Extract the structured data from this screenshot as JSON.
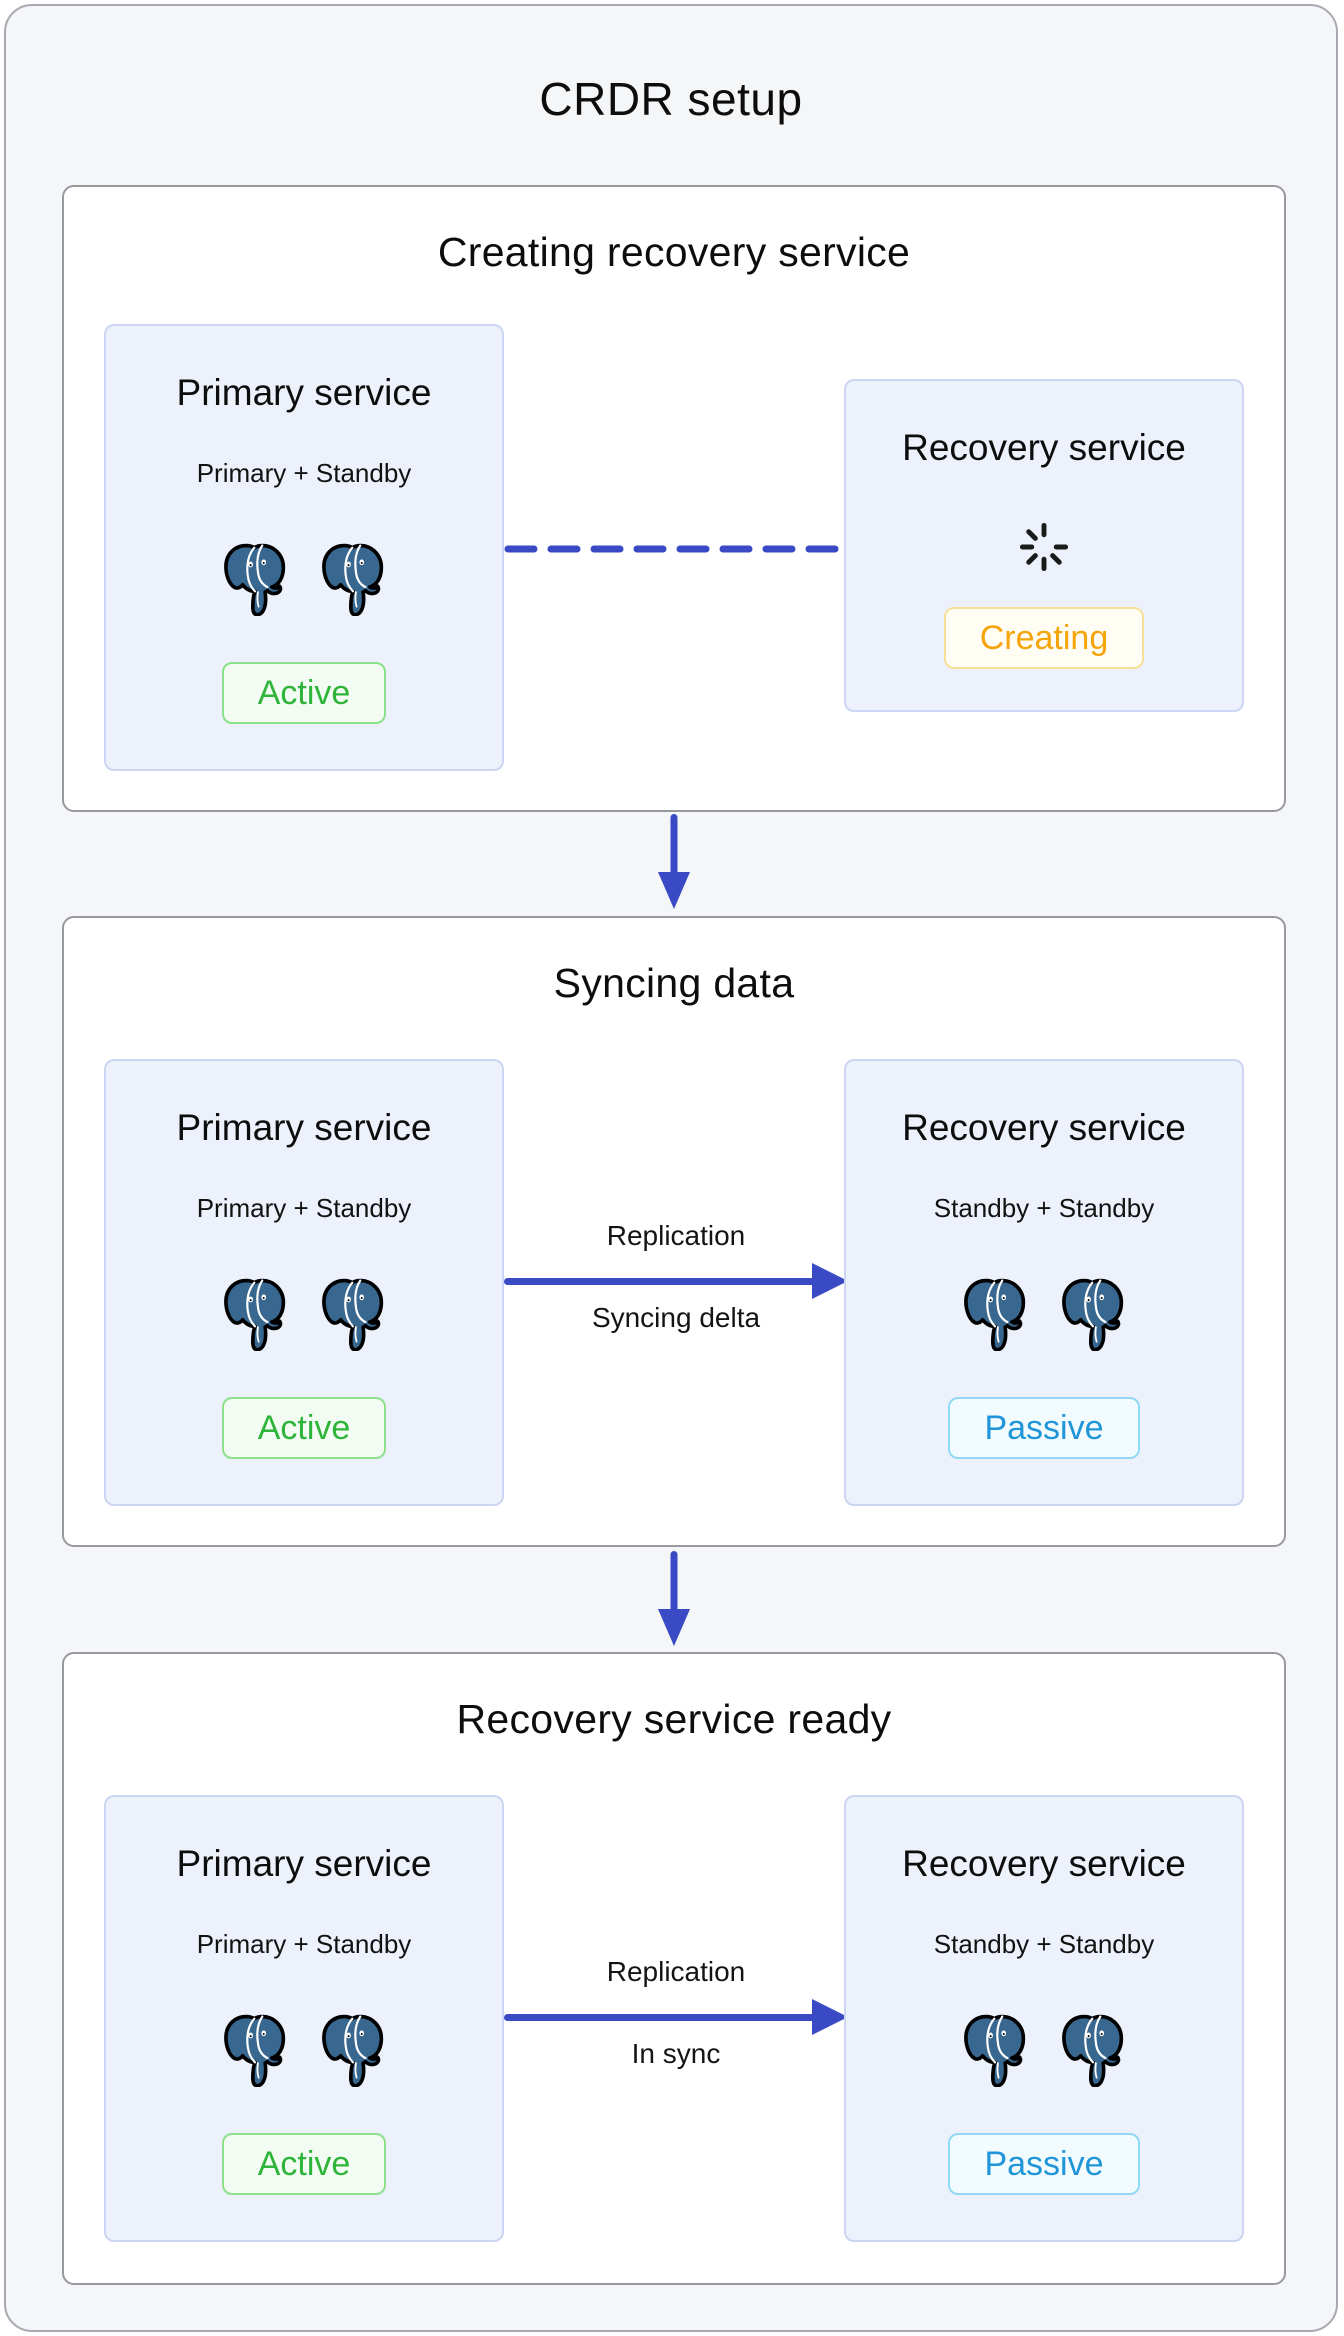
{
  "title": "CRDR setup",
  "colors": {
    "panel_bg": "#f5f6f8",
    "panel_border": "#a8a8b0",
    "stage_bg": "#ffffff",
    "stage_border": "#98989f",
    "card_bg": "#edf1fb",
    "card_border": "#ccd6f3",
    "arrow_blue": "#3a49c4",
    "active_green": "#2eb438",
    "passive_blue": "#2095d8",
    "creating_orange": "#f5a40a",
    "postgres_blue": "#38678f"
  },
  "stages": [
    {
      "title": "Creating recovery service",
      "primary": {
        "title": "Primary service",
        "subtitle": "Primary + Standby",
        "instances": 2,
        "icon": "postgresql-elephant",
        "badge": {
          "label": "Active",
          "status": "active"
        }
      },
      "recovery": {
        "title": "Recovery service",
        "icon": "spinner",
        "badge": {
          "label": "Creating",
          "status": "creating"
        }
      },
      "connector": {
        "type": "dashed-line"
      }
    },
    {
      "title": "Syncing data",
      "primary": {
        "title": "Primary service",
        "subtitle": "Primary + Standby",
        "instances": 2,
        "icon": "postgresql-elephant",
        "badge": {
          "label": "Active",
          "status": "active"
        }
      },
      "recovery": {
        "title": "Recovery service",
        "subtitle": "Standby + Standby",
        "instances": 2,
        "icon": "postgresql-elephant",
        "badge": {
          "label": "Passive",
          "status": "passive"
        }
      },
      "connector": {
        "type": "arrow",
        "label_top": "Replication",
        "label_bottom": "Syncing delta"
      }
    },
    {
      "title": "Recovery service ready",
      "primary": {
        "title": "Primary service",
        "subtitle": "Primary + Standby",
        "instances": 2,
        "icon": "postgresql-elephant",
        "badge": {
          "label": "Active",
          "status": "active"
        }
      },
      "recovery": {
        "title": "Recovery service",
        "subtitle": "Standby + Standby",
        "instances": 2,
        "icon": "postgresql-elephant",
        "badge": {
          "label": "Passive",
          "status": "passive"
        }
      },
      "connector": {
        "type": "arrow",
        "label_top": "Replication",
        "label_bottom": "In sync"
      }
    }
  ]
}
